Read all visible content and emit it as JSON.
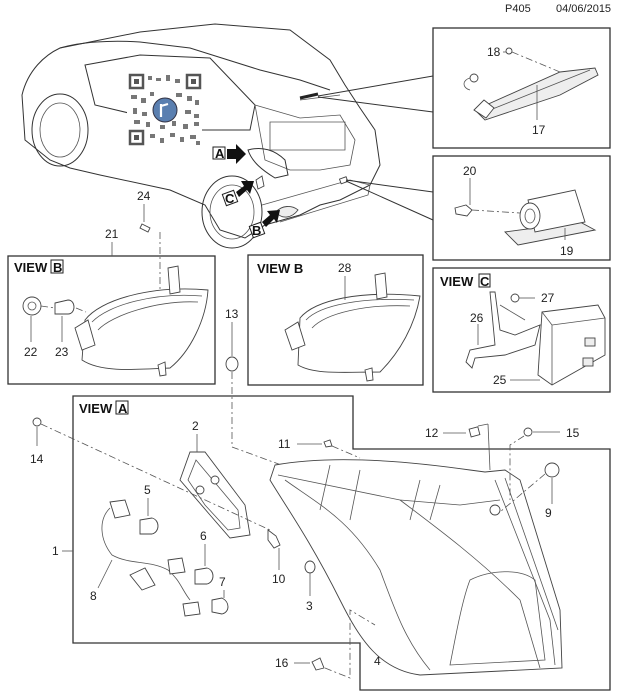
{
  "header": {
    "page_code": "P405",
    "date": "04/06/2015"
  },
  "views": {
    "view_b_left": {
      "title": "VIEW",
      "letter": "B"
    },
    "view_b_mid": {
      "title": "VIEW B"
    },
    "view_c": {
      "title": "VIEW",
      "letter": "C"
    },
    "view_a": {
      "title": "VIEW",
      "letter": "A"
    }
  },
  "vehicle_markers": {
    "a": "A",
    "b": "B",
    "c": "C"
  },
  "callouts": {
    "c1": "1",
    "c2": "2",
    "c3": "3",
    "c4": "4",
    "c5": "5",
    "c6": "6",
    "c7": "7",
    "c8": "8",
    "c9": "9",
    "c10": "10",
    "c11": "11",
    "c12": "12",
    "c13": "13",
    "c14": "14",
    "c15": "15",
    "c16": "16",
    "c17": "17",
    "c18": "18",
    "c19": "19",
    "c20": "20",
    "c21": "21",
    "c22": "22",
    "c23": "23",
    "c24": "24",
    "c25": "25",
    "c26": "26",
    "c27": "27",
    "c28": "28"
  }
}
